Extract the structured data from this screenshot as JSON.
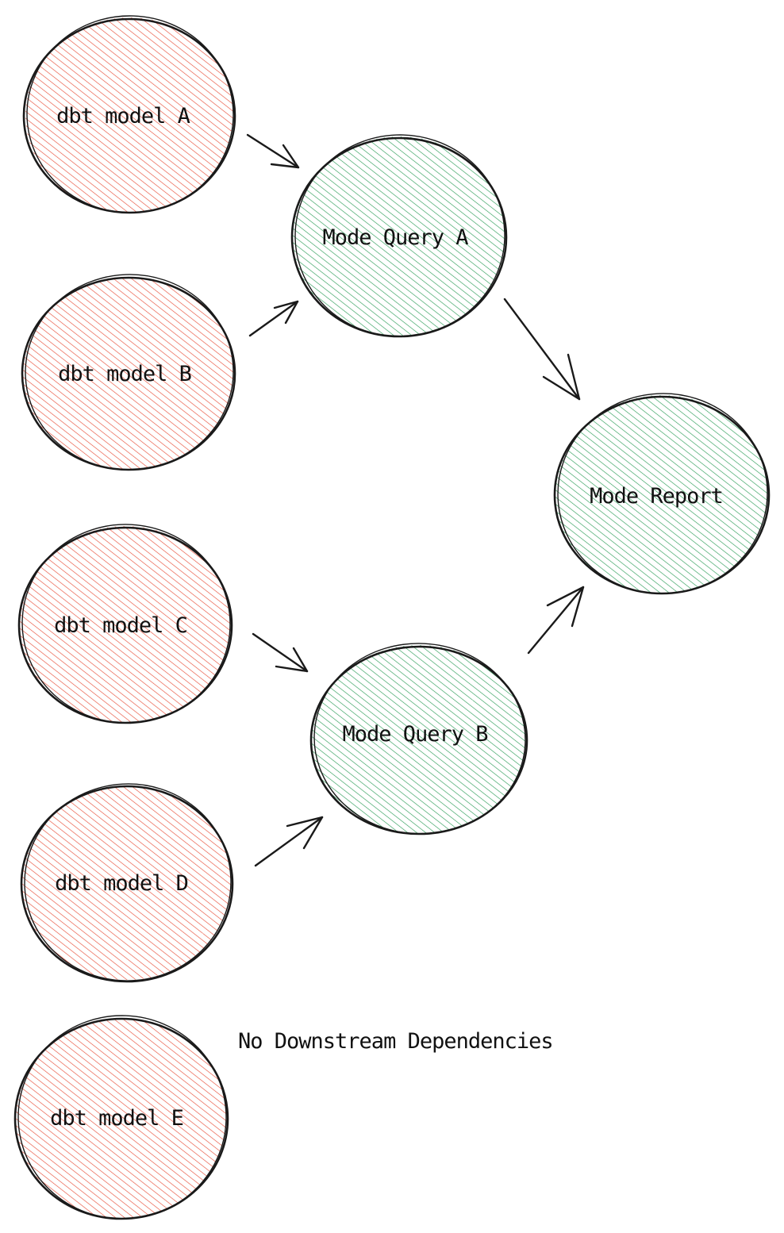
{
  "colors": {
    "model_hatch": "#e8503a",
    "query_hatch": "#2f9e5a",
    "outline": "#1a1a1a",
    "text": "#111111"
  },
  "nodes": {
    "dbt_model_a": {
      "label": "dbt model A"
    },
    "dbt_model_b": {
      "label": "dbt model B"
    },
    "dbt_model_c": {
      "label": "dbt model C"
    },
    "dbt_model_d": {
      "label": "dbt model D"
    },
    "dbt_model_e": {
      "label": "dbt model E"
    },
    "mode_query_a": {
      "label": "Mode Query A"
    },
    "mode_query_b": {
      "label": "Mode Query B"
    },
    "mode_report": {
      "label": "Mode Report"
    }
  },
  "edges": [
    {
      "from": "dbt_model_a",
      "to": "mode_query_a"
    },
    {
      "from": "dbt_model_b",
      "to": "mode_query_a"
    },
    {
      "from": "dbt_model_c",
      "to": "mode_query_b"
    },
    {
      "from": "dbt_model_d",
      "to": "mode_query_b"
    },
    {
      "from": "mode_query_a",
      "to": "mode_report"
    },
    {
      "from": "mode_query_b",
      "to": "mode_report"
    }
  ],
  "note": {
    "text": "No Downstream Dependencies"
  }
}
